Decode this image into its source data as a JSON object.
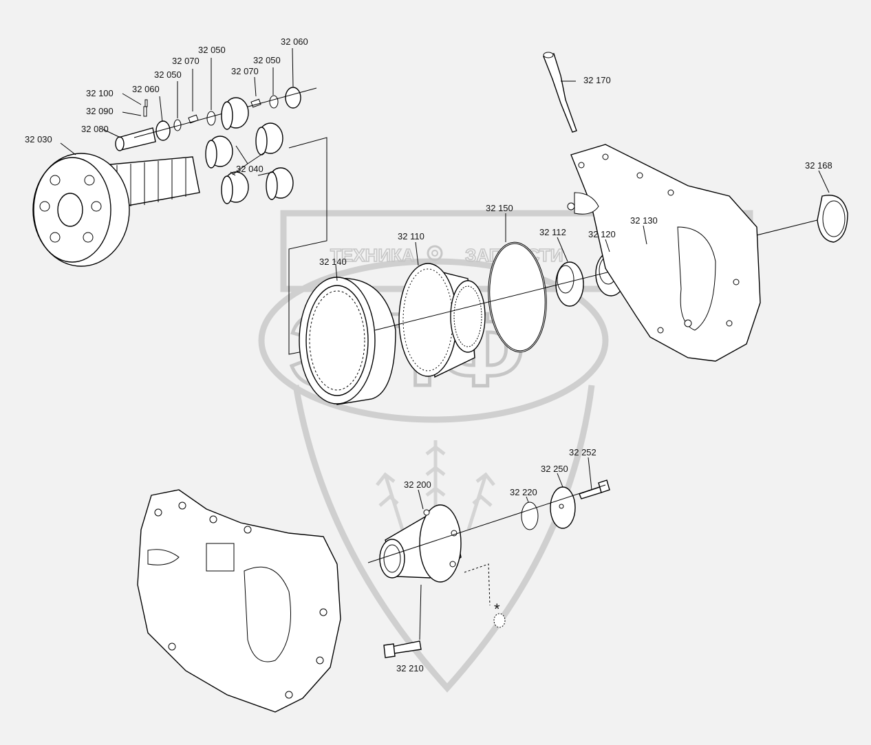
{
  "watermark": {
    "line1_left": "ТЕХНИКА",
    "line1_right": "ЗАПЧАСТИ",
    "monogram": "ЭПФ"
  },
  "labels": [
    {
      "id": "lbl-32030",
      "text": "32 030"
    },
    {
      "id": "lbl-32080",
      "text": "32 080"
    },
    {
      "id": "lbl-32090",
      "text": "32 090"
    },
    {
      "id": "lbl-32100",
      "text": "32 100"
    },
    {
      "id": "lbl-32060a",
      "text": "32 060"
    },
    {
      "id": "lbl-32050a",
      "text": "32 050"
    },
    {
      "id": "lbl-32070a",
      "text": "32 070"
    },
    {
      "id": "lbl-32050b",
      "text": "32 050"
    },
    {
      "id": "lbl-32070b",
      "text": "32 070"
    },
    {
      "id": "lbl-32050c",
      "text": "32 050"
    },
    {
      "id": "lbl-32060b",
      "text": "32 060"
    },
    {
      "id": "lbl-32040",
      "text": "32 040"
    },
    {
      "id": "lbl-32170",
      "text": "32 170"
    },
    {
      "id": "lbl-32168",
      "text": "32 168"
    },
    {
      "id": "lbl-32150",
      "text": "32 150"
    },
    {
      "id": "lbl-32110",
      "text": "32 110"
    },
    {
      "id": "lbl-32112",
      "text": "32 112"
    },
    {
      "id": "lbl-32120",
      "text": "32 120"
    },
    {
      "id": "lbl-32130",
      "text": "32 130"
    },
    {
      "id": "lbl-32140",
      "text": "32 140"
    },
    {
      "id": "lbl-32252",
      "text": "32 252"
    },
    {
      "id": "lbl-32250",
      "text": "32 250"
    },
    {
      "id": "lbl-32220",
      "text": "32 220"
    },
    {
      "id": "lbl-32200",
      "text": "32 200"
    },
    {
      "id": "lbl-32210",
      "text": "32 210"
    },
    {
      "id": "lbl-asterisk",
      "text": "*"
    }
  ]
}
